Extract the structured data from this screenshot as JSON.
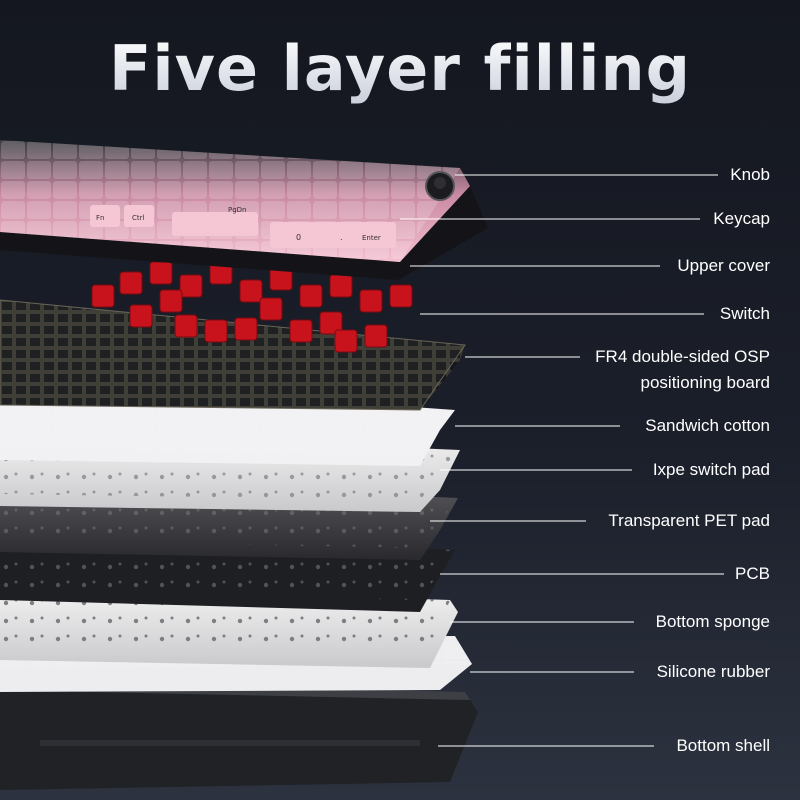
{
  "title": "Five layer filling",
  "layers": [
    {
      "label": "Knob"
    },
    {
      "label": "Keycap"
    },
    {
      "label": "Upper cover"
    },
    {
      "label": "Switch"
    },
    {
      "label": "FR4 double-sided OSP",
      "label2": "positioning board"
    },
    {
      "label": "Sandwich cotton"
    },
    {
      "label": "Ixpe switch pad"
    },
    {
      "label": "Transparent PET pad"
    },
    {
      "label": "PCB"
    },
    {
      "label": "Bottom sponge"
    },
    {
      "label": "Silicone rubber"
    },
    {
      "label": "Bottom shell"
    }
  ],
  "keycap_legends": [
    "Fn",
    "Ctrl",
    "PgDn",
    "0",
    ".",
    "Enter"
  ],
  "colors": {
    "keycap_pink": "#f2b8c8",
    "keycap_dark": "#3a3a40",
    "switch_red": "#d01620",
    "leader_line": "#ffffff"
  }
}
